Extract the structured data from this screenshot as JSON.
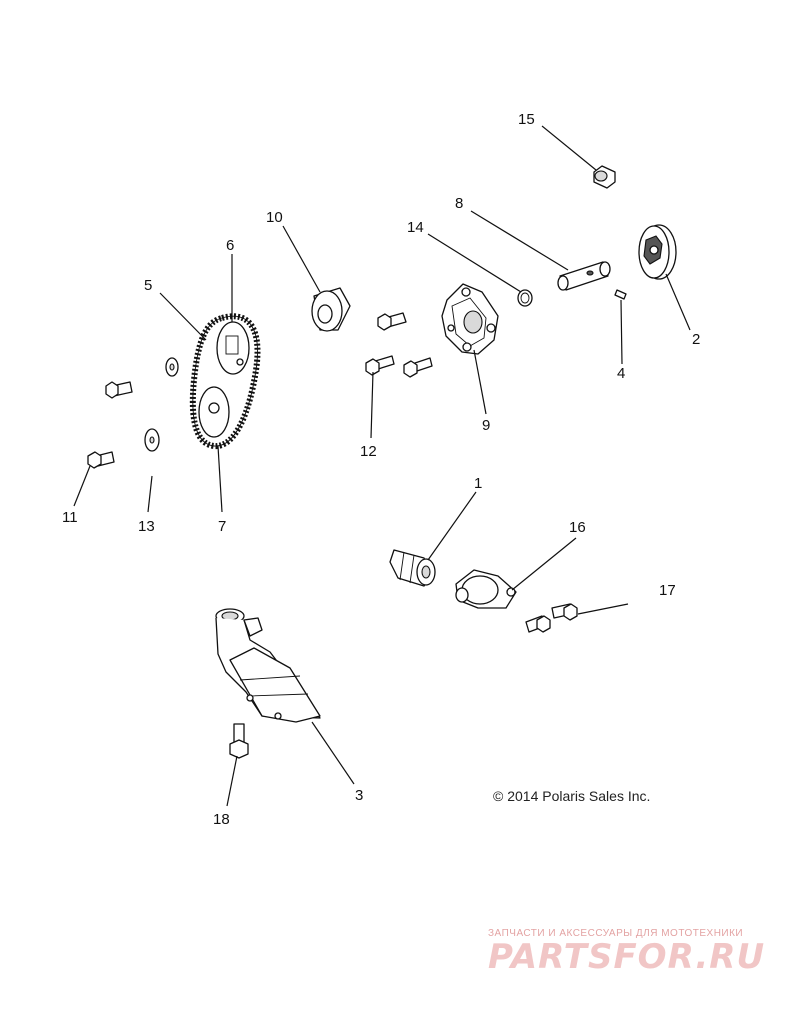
{
  "callouts": {
    "c1": "1",
    "c2": "2",
    "c3": "3",
    "c4": "4",
    "c5": "5",
    "c6": "6",
    "c7": "7",
    "c8": "8",
    "c9": "9",
    "c10": "10",
    "c11": "11",
    "c12": "12",
    "c13": "13",
    "c14": "14",
    "c15": "15",
    "c16": "16",
    "c17": "17",
    "c18": "18"
  },
  "copyright": "© 2014 Polaris Sales Inc.",
  "watermark": {
    "tagline": "ЗАПЧАСТИ И АКСЕССУАРЫ ДЛЯ МОТОТЕХНИКИ",
    "logo": "PARTSFOR.RU"
  },
  "colors": {
    "line": "#111111",
    "watermark": "#e3a3a3"
  }
}
